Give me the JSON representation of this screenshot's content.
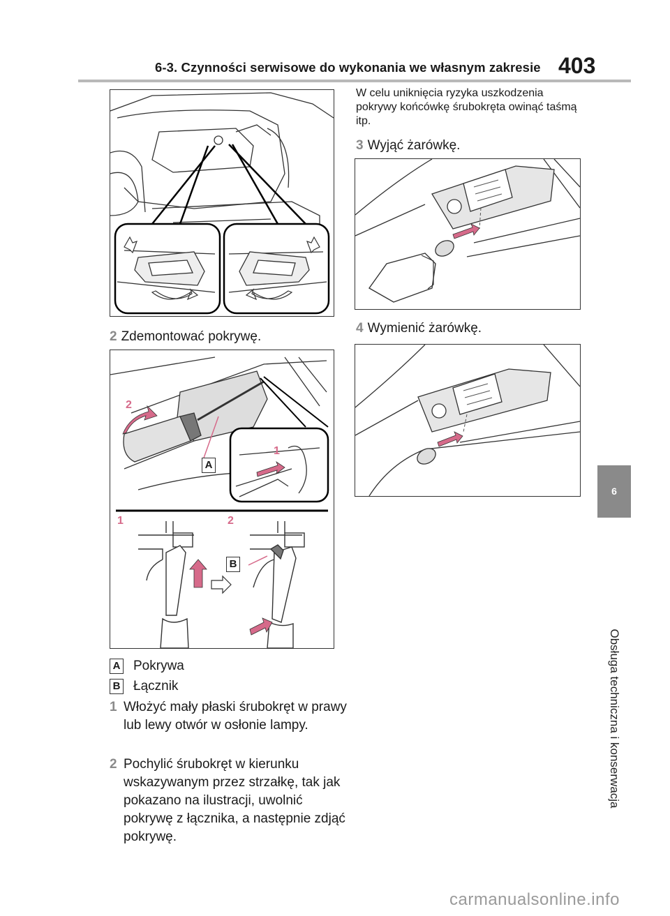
{
  "header": {
    "section_title": "6-3. Czynności serwisowe do wykonania we własnym zakresie",
    "page_number": "403"
  },
  "side_tab": {
    "chapter_number": "6",
    "chapter_title": "Obsługa techniczna i konserwacja"
  },
  "left_column": {
    "step2": {
      "number": "2",
      "text": "Zdemontować pokrywę."
    },
    "figure2": {
      "callouts": [
        "2",
        "1",
        "A",
        "1",
        "2",
        "B"
      ]
    },
    "legend": [
      {
        "badge": "A",
        "text": "Pokrywa"
      },
      {
        "badge": "B",
        "text": "Łącznik"
      }
    ],
    "substeps": [
      {
        "number": "1",
        "text": "Włożyć mały płaski śrubokręt w prawy lub lewy otwór w osłonie lampy."
      },
      {
        "number": "2",
        "text": "Pochylić śrubokręt w kierunku wskazywanym przez strzałkę, tak jak pokazano na ilustracji, uwolnić pokrywę z łącznika, a następnie zdjąć pokrywę."
      }
    ]
  },
  "right_column": {
    "note": "W celu uniknięcia ryzyka uszkodzenia pokrywy końcówkę śrubokręta owinąć taśmą itp.",
    "step3": {
      "number": "3",
      "text": "Wyjąć żarówkę."
    },
    "step4": {
      "number": "4",
      "text": "Wymienić żarówkę."
    }
  },
  "watermark": "carmanualsonline.info",
  "colors": {
    "accent_pink": "#d66a8a",
    "step_gray": "#8a8a8a",
    "tab_gray": "#8a8a8a"
  }
}
